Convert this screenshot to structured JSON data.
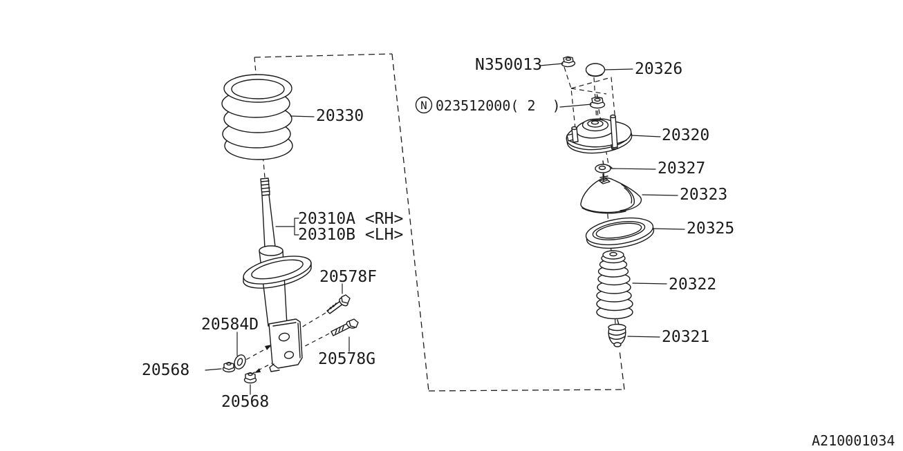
{
  "diagram": {
    "colors": {
      "background": "#ffffff",
      "line": "#1a1a1a"
    },
    "drawing_code": "A210001034",
    "parts": {
      "coil_spring": {
        "number": "20330"
      },
      "strut_rh": {
        "number": "20310A <RH>"
      },
      "strut_lh": {
        "number": "20310B <LH>"
      },
      "bolt_upper": {
        "number": "20578F"
      },
      "bolt_lower": {
        "number": "20578G"
      },
      "washer_bracket": {
        "number": "20584D"
      },
      "nut_front": {
        "number": "20568"
      },
      "nut_bottom": {
        "number": "20568"
      },
      "nut_top": {
        "number": "N350013"
      },
      "self_lock_nut": {
        "number": "023512000( 2  )",
        "prefix_symbol": "N"
      },
      "cap": {
        "number": "20326"
      },
      "strut_mount": {
        "number": "20320"
      },
      "washer_small": {
        "number": "20327"
      },
      "rubber_seat_upper": {
        "number": "20323"
      },
      "spring_seat_rubber": {
        "number": "20325"
      },
      "dust_cover": {
        "number": "20322"
      },
      "helper_rubber": {
        "number": "20321"
      }
    }
  }
}
